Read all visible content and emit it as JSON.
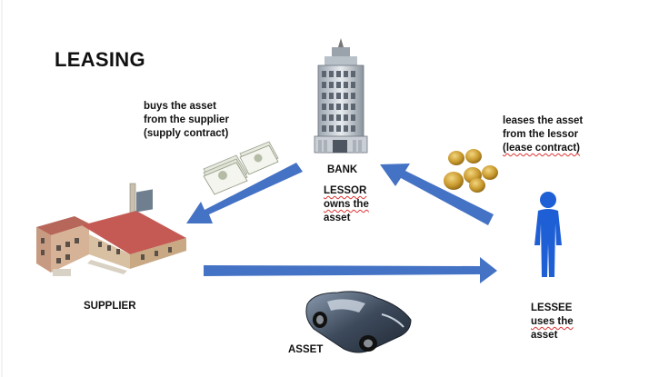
{
  "title": "LEASING",
  "bank": {
    "label": "BANK",
    "role_lines": [
      "LESSOR",
      "owns the",
      "asset"
    ]
  },
  "supplier": {
    "label": "SUPPLIER"
  },
  "lessee": {
    "lines": [
      "LESSEE",
      "uses the",
      "asset"
    ]
  },
  "asset": {
    "label": "ASSET"
  },
  "supply_note": {
    "lines": [
      "buys the asset",
      "from the supplier",
      "(supply contract)"
    ]
  },
  "lease_note": {
    "lines": [
      "leases the asset",
      "from the lessor",
      "(lease contract)"
    ]
  },
  "colors": {
    "arrow": "#4472c4",
    "person": "#1f5fd6",
    "squiggle": "#d33333"
  },
  "icons": [
    "bank-building-icon",
    "factory-icon",
    "person-icon",
    "car-icon",
    "banknotes-icon",
    "coins-icon"
  ]
}
